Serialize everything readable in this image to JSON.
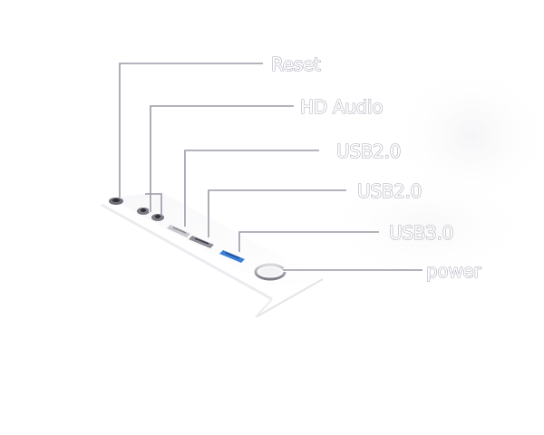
{
  "diagram": {
    "callouts": [
      {
        "id": "reset",
        "label": "Reset",
        "port": "reset-pinhole"
      },
      {
        "id": "hdaudio",
        "label": "HD Audio",
        "port": "audio-jacks"
      },
      {
        "id": "usb2a",
        "label": "USB2.0",
        "port": "usb2-port-a"
      },
      {
        "id": "usb2b",
        "label": "USB2.0",
        "port": "usb2-port-b"
      },
      {
        "id": "usb3",
        "label": "USB3.0",
        "port": "usb3-port"
      },
      {
        "id": "power",
        "label": "power",
        "port": "power-button"
      }
    ],
    "colors": {
      "leader_line": "#9b9ba8",
      "label_outline": "#a9a9b8",
      "usb3_accent": "#3b7fd4",
      "panel_edge": "#d8d8de"
    }
  }
}
